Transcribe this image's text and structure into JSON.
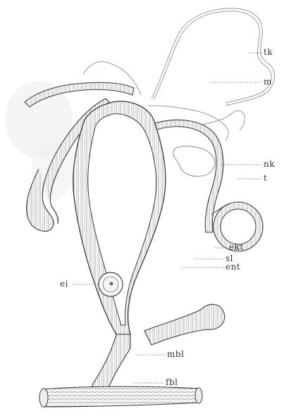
{
  "labels": {
    "tk": "tk",
    "m": "m",
    "nk": "nk",
    "t": "t",
    "ekt": "ekt",
    "sl": "sl",
    "ent": "ent",
    "ei": "ei",
    "mbl": "mbl",
    "fbl": "fbl"
  },
  "colors": {
    "ink": "#3a3a3a",
    "faint_ink": "#9a9a9a",
    "cell_fill": "#f4f4f4",
    "label": "#333333"
  }
}
